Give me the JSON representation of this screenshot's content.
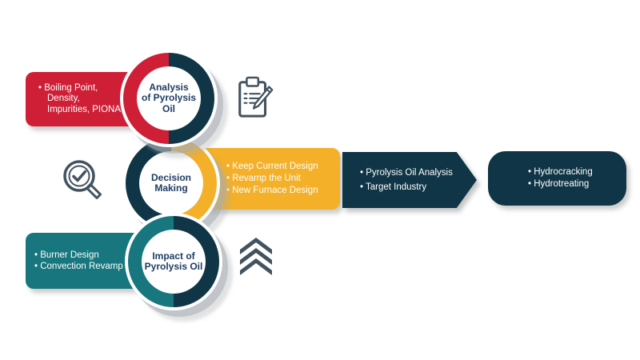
{
  "diagram": {
    "background": "#ffffff",
    "palette": {
      "red": "#ce1f37",
      "navy": "#0f3546",
      "yellow": "#f3b028",
      "teal": "#17767e",
      "icon_color": "#42525f",
      "node_label_color": "#1e3c64",
      "banner_text_color": "#ffffff"
    },
    "chain": [
      {
        "id": "analysis",
        "label_lines": [
          "Analysis",
          "of Pyrolysis",
          "Oil"
        ],
        "left_color": "#ce1f37",
        "right_color": "#0f3546"
      },
      {
        "id": "decision",
        "label_lines": [
          "Decision",
          "Making"
        ],
        "left_color": "#0f3546",
        "right_color": "#f3b028"
      },
      {
        "id": "impact",
        "label_lines": [
          "Impact of",
          "Pyrolysis Oil"
        ],
        "left_color": "#17767e",
        "right_color": "#0f3546"
      }
    ],
    "banners": {
      "analysis": {
        "color": "#ce1f37",
        "lines": [
          "• Boiling Point,",
          "Density,",
          "Impurities, PIONA"
        ]
      },
      "decision": {
        "color": "#f3b028",
        "lines": [
          "• Keep Current Design",
          "• Revamp the Unit",
          "• New Furnace Design"
        ]
      },
      "impact": {
        "color": "#17767e",
        "lines": [
          "• Burner Design",
          "• Convection Revamp"
        ]
      }
    },
    "arrow_box": {
      "color": "#0f3546",
      "lines": [
        "• Pyrolysis Oil Analysis",
        "• Target Industry"
      ]
    },
    "end_box": {
      "color": "#0f3546",
      "lines": [
        "• Hydrocracking",
        "• Hydrotreating"
      ]
    },
    "icons": [
      {
        "name": "clipboard-checklist-icon"
      },
      {
        "name": "magnifier-check-icon"
      },
      {
        "name": "triple-chevron-up-icon"
      }
    ]
  }
}
